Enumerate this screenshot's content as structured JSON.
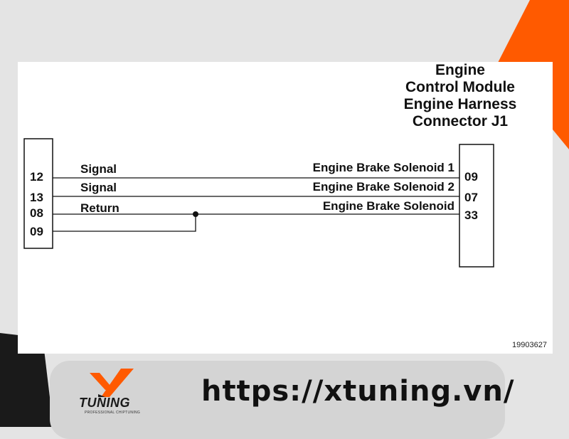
{
  "diagram": {
    "ecm_title_lines": [
      "Engine",
      "Control Module",
      "Engine Harness",
      "Connector J1"
    ],
    "left_pins": [
      "12",
      "13",
      "08",
      "09"
    ],
    "right_pins": [
      "09",
      "07",
      "33"
    ],
    "wire_labels": [
      "Signal",
      "Signal",
      "Return"
    ],
    "right_labels": [
      "Engine Brake Solenoid 1",
      "Engine Brake Solenoid 2",
      "Engine Brake Solenoid"
    ],
    "part_number": "19903627"
  },
  "branding": {
    "url": "https://xtuning.vn/",
    "logo_text": "TUNING",
    "logo_tagline": "PROFESSIONAL CHIPTUNING",
    "accent_color": "#ff5a00",
    "dark_color": "#1a1a1a"
  }
}
